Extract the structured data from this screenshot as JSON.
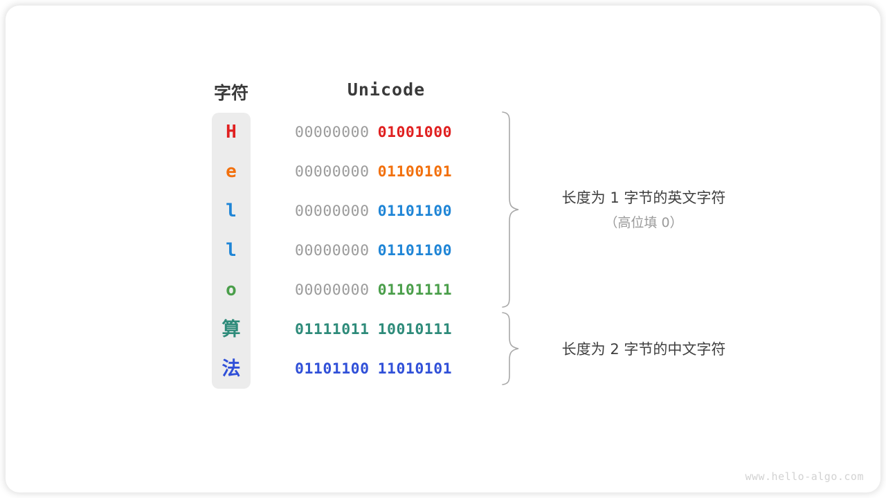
{
  "headers": {
    "character": "字符",
    "unicode": "Unicode"
  },
  "rows": [
    {
      "char": "H",
      "color": "#e02020",
      "high_byte": "00000000",
      "low_byte": "01001000",
      "cjk": false
    },
    {
      "char": "e",
      "color": "#f2700d",
      "high_byte": "00000000",
      "low_byte": "01100101",
      "cjk": false
    },
    {
      "char": "l",
      "color": "#1f85d6",
      "high_byte": "00000000",
      "low_byte": "01101100",
      "cjk": false
    },
    {
      "char": "l",
      "color": "#1f85d6",
      "high_byte": "00000000",
      "low_byte": "01101100",
      "cjk": false
    },
    {
      "char": "o",
      "color": "#4a9e4a",
      "high_byte": "00000000",
      "low_byte": "01101111",
      "cjk": false
    },
    {
      "char": "算",
      "color": "#2e8b7a",
      "high_byte": "01111011",
      "low_byte": "10010111",
      "cjk": true
    },
    {
      "char": "法",
      "color": "#3050d8",
      "high_byte": "01101100",
      "low_byte": "11010101",
      "cjk": true
    }
  ],
  "annotations": {
    "ascii": {
      "main": "长度为 1 字节的英文字符",
      "sub": "（高位填 0）"
    },
    "cjk": {
      "main": "长度为 2 字节的中文字符"
    }
  },
  "watermark": "www.hello-algo.com",
  "colors": {
    "panel_bg": "#ececec",
    "high_byte": "#9b9b9b",
    "brace": "#a8a8a8",
    "card_bg": "#ffffff"
  }
}
